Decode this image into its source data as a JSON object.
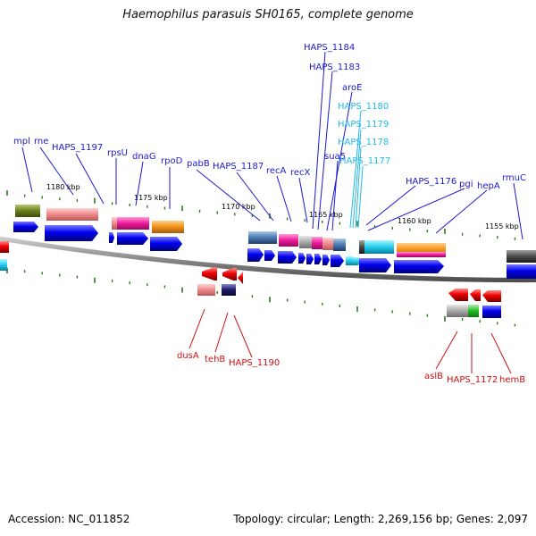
{
  "title": "Haemophilus parasuis SH0165, complete genome",
  "footer": {
    "accession": "Accession: NC_011852",
    "summary": "Topology: circular; Length: 2,269,156 bp; Genes: 2,097"
  },
  "colors": {
    "forward_label": "#1a1ad0",
    "forward_light_label": "#22b8e8",
    "reverse_label": "#cc1111",
    "backbone": "#7a7a7a",
    "tick": "#2a7a1a",
    "forward_arrow": "#0a0aee",
    "reverse_arrow": "#ee1111"
  },
  "scale_labels": [
    "1180 kbp",
    "1175 kbp",
    "1170 kbp",
    "1165 kbp",
    "1160 kbp",
    "1155 kbp"
  ],
  "top_gene_labels": [
    "mpl",
    "rne",
    "HAPS_1197",
    "rpsU",
    "dnaG",
    "rpoD",
    "pabB",
    "HAPS_1187",
    "recA",
    "recX",
    "HAPS_1184",
    "HAPS_1183",
    "aroE",
    "sua5",
    "HAPS_1180",
    "HAPS_1179",
    "HAPS_1178",
    "HAPS_1177",
    "HAPS_1176",
    "pgi",
    "hepA",
    "rmuC"
  ],
  "bottom_gene_labels": [
    "dusA",
    "tehB",
    "HAPS_1190",
    "aslB",
    "HAPS_1172",
    "hemB"
  ]
}
